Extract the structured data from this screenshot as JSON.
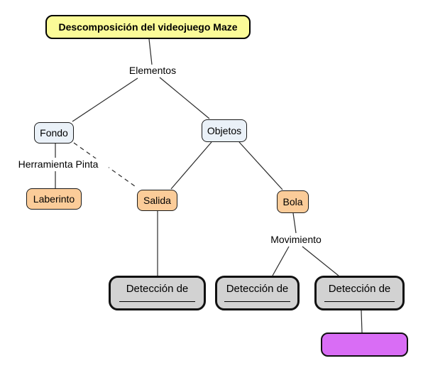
{
  "diagram": {
    "title": "Descomposición del videojuego Maze",
    "edge_labels": {
      "elementos": "Elementos",
      "herramienta_pinta": "Herramienta Pinta",
      "movimiento": "Movimiento"
    },
    "nodes": {
      "fondo": "Fondo",
      "objetos": "Objetos",
      "laberinto": "Laberinto",
      "salida": "Salida",
      "bola": "Bola",
      "deteccion_1": "Detección de",
      "deteccion_2": "Detección de",
      "deteccion_3": "Detección de",
      "highlight_empty": ""
    },
    "colors": {
      "title_fill": "#FBFB98",
      "category_fill": "#EAF1F8",
      "item_fill": "#FBCC99",
      "detection_fill": "#D2D2D2",
      "highlight_fill": "#D96DF5",
      "border": "#000000",
      "line": "#2b2b2b",
      "background": "#ffffff"
    }
  }
}
